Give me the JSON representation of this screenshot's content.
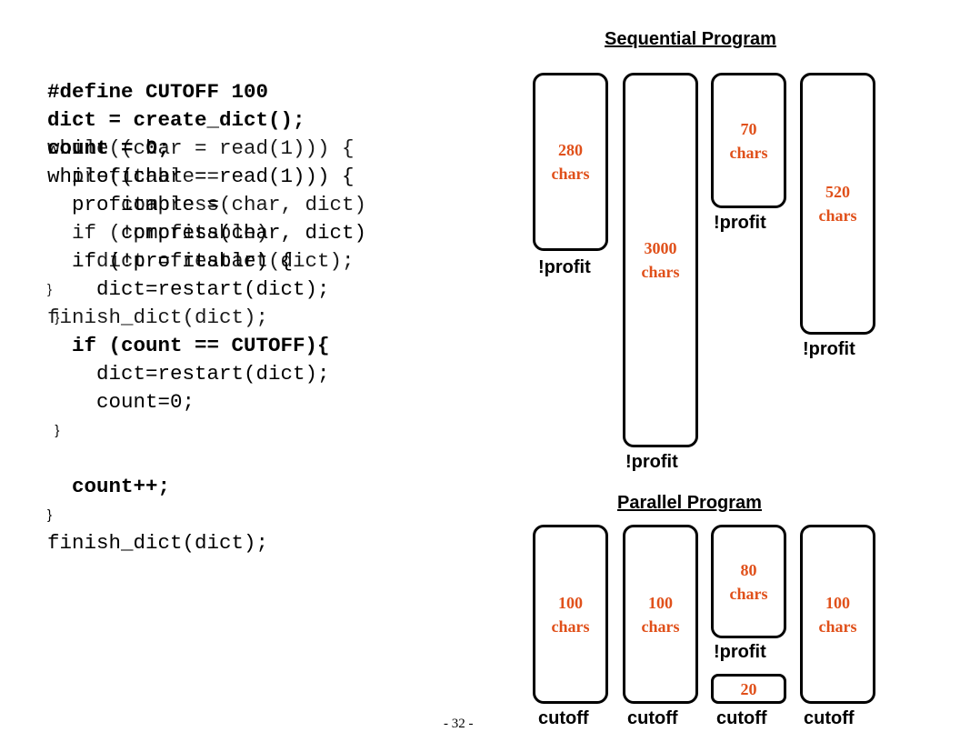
{
  "code_front": {
    "lines": [
      "#define CUTOFF 100",
      "dict = create_dict();",
      "count = 0;",
      "while((char = read(1))) {",
      "  profitable =",
      "      compress(char, dict)",
      "  if (!profitable) {",
      "    dict=restart(dict);",
      "  }",
      "  if (count == CUTOFF){",
      "    dict=restart(dict);",
      "    count=0;",
      "  }",
      "",
      "  count++;",
      "}",
      "finish_dict(dict);"
    ]
  },
  "code_back": {
    "lines": [
      "while((char = read(1))) {",
      "  profitable =",
      "      compress(char, dict)",
      "  if (!profitable)",
      "    dict = restart(dict);",
      "}",
      "finish_dict(dict);"
    ]
  },
  "sequential": {
    "title": "Sequential Program",
    "boxes": [
      {
        "count": "280",
        "unit": "chars",
        "label": "!profit"
      },
      {
        "count": "3000",
        "unit": "chars",
        "label": "!profit"
      },
      {
        "count": "70",
        "unit": "chars",
        "label": "!profit"
      },
      {
        "count": "520",
        "unit": "chars",
        "label": "!profit"
      }
    ]
  },
  "parallel": {
    "title": "Parallel Program",
    "boxes": [
      {
        "count": "100",
        "unit": "chars",
        "label": "cutoff"
      },
      {
        "count": "100",
        "unit": "chars",
        "label": "cutoff"
      },
      {
        "count": "80",
        "unit": "chars",
        "label": "!profit"
      },
      {
        "count": "100",
        "unit": "chars",
        "label": "cutoff"
      }
    ],
    "small_box": {
      "count": "20",
      "label": "cutoff"
    }
  },
  "page_number": "- 32 -",
  "colors": {
    "count_text": "#e0501a"
  }
}
